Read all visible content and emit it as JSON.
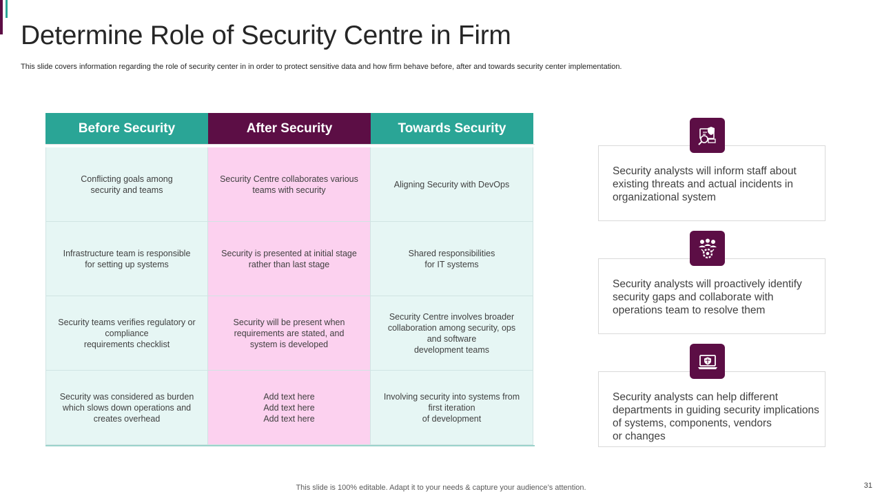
{
  "slide": {
    "title": "Determine Role of Security Centre in Firm",
    "subtitle": "This slide covers information regarding the role of security center in in order to protect sensitive data and how firm behave before, after and towards security center implementation.",
    "footer": "This slide is 100% editable. Adapt it to your needs & capture your audience’s attention.",
    "page_number": "31"
  },
  "table": {
    "headers": [
      "Before Security",
      "After Security",
      "Towards Security"
    ],
    "rows": [
      [
        "Conflicting goals among\nsecurity and teams",
        "Security Centre collaborates various\nteams with security",
        "Aligning Security with DevOps"
      ],
      [
        "Infrastructure  team is responsible\nfor setting up systems",
        "Security is presented at initial stage\nrather than last stage",
        "Shared responsibilities\nfor IT systems"
      ],
      [
        "Security teams verifies  regulatory or\ncompliance\nrequirements  checklist",
        "Security will be present when\nrequirements are stated, and\nsystem is developed",
        "Security Centre involves  broader\ncollaboration  among security, ops\nand software\ndevelopment  teams"
      ],
      [
        "Security was considered as burden\nwhich slows down operations and\ncreates overhead",
        "Add text here\nAdd text here\nAdd text here",
        "Involving   security into systems from\nfirst iteration\nof development"
      ]
    ]
  },
  "cards": [
    {
      "icon": "security-analysis-icon",
      "text": "Security analysts will inform staff about\nexisting threats and actual incidents in\norganizational system"
    },
    {
      "icon": "team-gear-icon",
      "text": "Security analysts will proactively identify\nsecurity gaps and collaborate with\noperations team to resolve them"
    },
    {
      "icon": "laptop-shield-icon",
      "text": "Security analysts can help different\ndepartments in guiding security implications\nof systems, components, vendors\nor changes"
    }
  ],
  "colors": {
    "teal": "#2aa596",
    "plum": "#5c0e45",
    "pink_cell": "#fcd1ef",
    "teal_cell": "#e6f6f4"
  }
}
